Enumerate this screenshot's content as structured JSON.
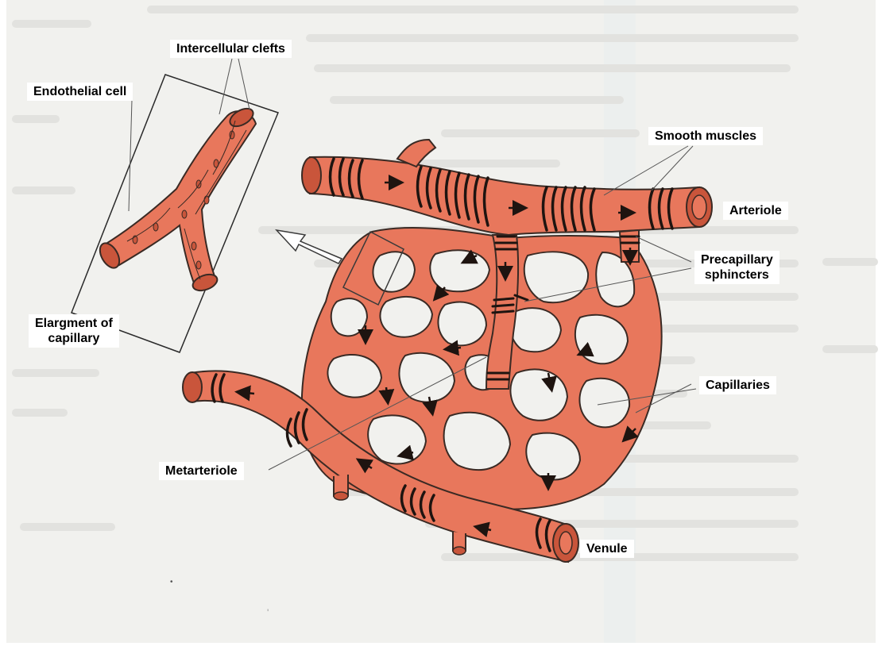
{
  "colors": {
    "vessel": "#e8775c",
    "vessel_dark": "#c9553b",
    "outline": "#3a2a24",
    "muscle_band": "#1e1410",
    "background_paper": "#f1f1ee",
    "label_bg": "#ffffff"
  },
  "labels": {
    "intercellular_clefts": "Intercellular clefts",
    "endothelial_cell": "Endothelial cell",
    "smooth_muscles": "Smooth muscles",
    "arteriole": "Arteriole",
    "precapillary_sphincters_line1": "Precapillary",
    "precapillary_sphincters_line2": "sphincters",
    "enlargement_line1": "Elargment of",
    "enlargement_line2": "capillary",
    "capillaries": "Capillaries",
    "metarteriole": "Metarteriole",
    "venule": "Venule"
  },
  "icons": [
    "enlargement-arrow-icon",
    "flow-arrow-icon"
  ]
}
